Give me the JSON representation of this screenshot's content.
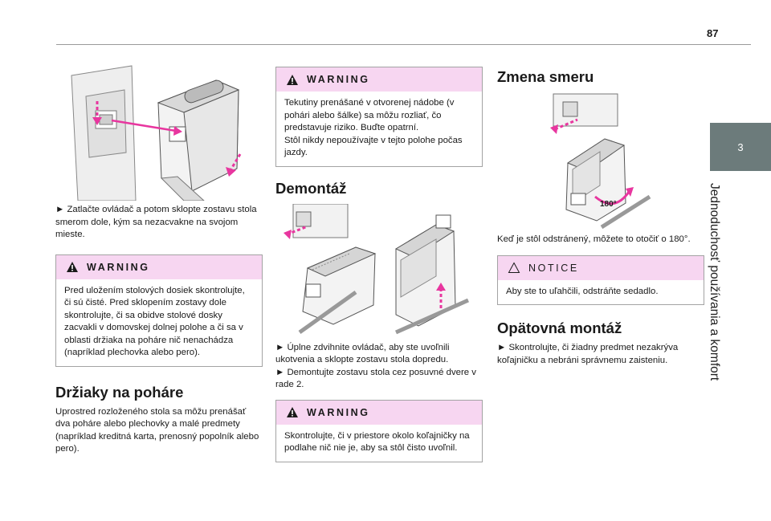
{
  "page_number": "87",
  "chapter": {
    "number": "3",
    "title": "Jednoduchosť používania a komfort"
  },
  "colors": {
    "tab": "#6c7b7b",
    "box_header": "#f7d6f1",
    "accent": "#e8369f"
  },
  "icons": {
    "warning": "warning-triangle-icon",
    "notice": "notice-triangle-outline-icon"
  },
  "col1": {
    "instruction": "► Zatlačte ovládač a potom sklopte zostavu stola smerom dole, kým sa nezacvakne na svojom mieste.",
    "warning": {
      "label": "WARNING",
      "text": "Pred uložením stolových dosiek skontrolujte, či sú čisté. Pred sklopením zostavy dole skontrolujte, či sa obidve stolové dosky zacvakli v domovskej dolnej polohe a či sa v oblasti držiaka na poháre nič nenachádza (napríklad plechovka alebo pero)."
    },
    "section_title": "Držiaky na poháre",
    "section_text": "Uprostred rozloženého stola sa môžu prenášať dva poháre alebo plechovky a malé predmety (napríklad kreditná karta, prenosný popolník alebo pero)."
  },
  "col2": {
    "warning1": {
      "label": "WARNING",
      "text_lines": [
        "Tekutiny prenášané v otvorenej nádobe (v pohári alebo šálke) sa môžu rozliať, čo predstavuje riziko. Buďte opatrní.",
        "Stôl nikdy nepoužívajte v tejto polohe počas jazdy."
      ]
    },
    "section_title": "Demontáž",
    "instructions": [
      "► Úplne zdvihnite ovládač, aby ste uvoľnili ukotvenia a sklopte zostavu stola dopredu.",
      "► Demontujte zostavu stola cez posuvné dvere v rade 2."
    ],
    "warning2": {
      "label": "WARNING",
      "text": "Skontrolujte, či v priestore okolo koľajničky na podlahe nič nie je, aby sa stôl čisto uvoľnil."
    }
  },
  "col3": {
    "section_title1": "Zmena smeru",
    "rotation_label": "180°",
    "instruction1": "Keď je stôl odstránený, môžete to otočiť o 180°.",
    "notice": {
      "label": "NOTICE",
      "text": "Aby ste to uľahčili, odstráňte sedadlo."
    },
    "section_title2": "Opätovná montáž",
    "instruction2": "► Skontrolujte, či žiadny predmet nezakrýva koľajničku a nebráni správnemu zaisteniu."
  }
}
